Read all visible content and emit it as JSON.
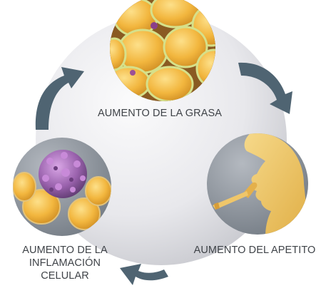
{
  "cycle": {
    "top_label": "AUMENTO DE LA GRASA",
    "right_label": "AUMENTO DEL APETITO",
    "left_label_lines": [
      "AUMENTO DE LA",
      "INFLAMACIÓN",
      "CELULAR"
    ]
  },
  "colors": {
    "arrow": "#4f6472",
    "label": "#3f4348",
    "hub_light": "#f4f4f6",
    "hub_dark": "#b9bac0",
    "fat_cell": "#f2b63e",
    "fat_cell_dark": "#c9861e",
    "membrane": "#c8d27a",
    "inflamed_cell": "#8a5a9a",
    "skin": "#ecc567",
    "circle_gray": "#8c939c"
  },
  "icons": [
    "cycle-arrow-icon",
    "fat-cells-icon",
    "appetite-icon",
    "inflammation-icon"
  ]
}
